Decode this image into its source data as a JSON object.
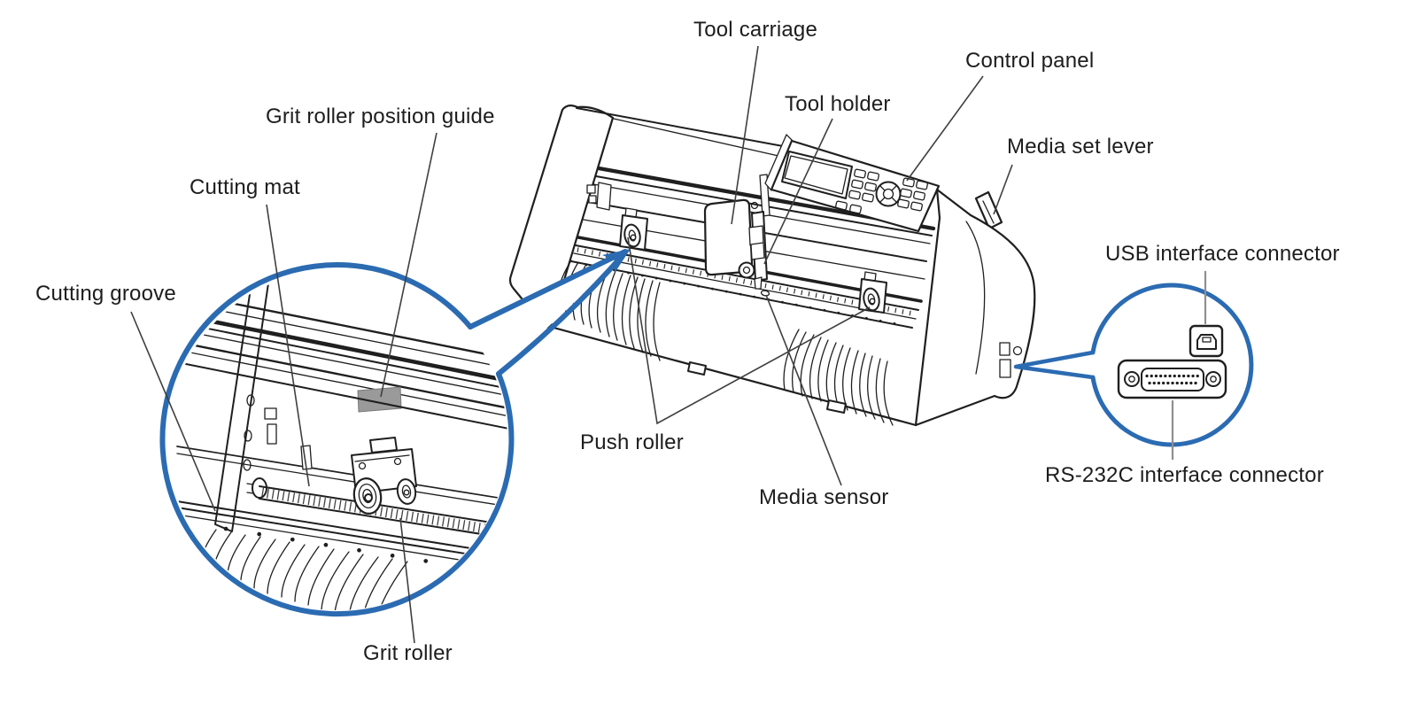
{
  "labels": {
    "tool_carriage": "Tool carriage",
    "control_panel": "Control panel",
    "tool_holder": "Tool holder",
    "media_set_lever": "Media set lever",
    "grit_roller_position_guide": "Grit roller position guide",
    "cutting_mat": "Cutting mat",
    "cutting_groove": "Cutting groove",
    "usb_interface_connector": "USB interface connector",
    "rs232c_interface_connector": "RS-232C interface connector",
    "push_roller": "Push roller",
    "media_sensor": "Media sensor",
    "grit_roller": "Grit roller"
  },
  "icons": {
    "usb_port": "usb-b-port-icon",
    "rs232_port": "db25-serial-port-icon",
    "callout_arrow": "magnifier-callout-arrow-icon"
  },
  "colors": {
    "accent_blue": "#2b6bb2",
    "line": "#1f1f1f",
    "leader": "#3f3f3f",
    "leader_light": "#8f8f8f",
    "sticker_gray": "#9a9a9a",
    "text": "#1d1d1d",
    "background": "#ffffff"
  }
}
